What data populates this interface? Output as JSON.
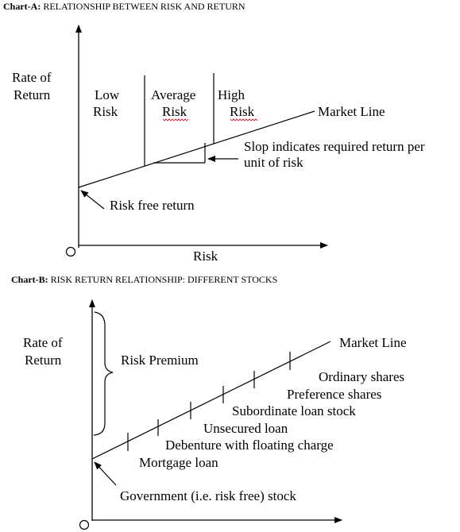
{
  "chart_a": {
    "caption_prefix": "Chart-A:",
    "caption_text": "RELATIONSHIP BETWEEN RISK AND RETURN",
    "y_label_line1": "Rate of",
    "y_label_line2": "Return",
    "x_label": "Risk",
    "zone_low_1": "Low",
    "zone_low_2": "Risk",
    "zone_avg_1": "Average",
    "zone_avg_2": "Risk",
    "zone_high_1": "High",
    "zone_high_2": "Risk",
    "market_line": "Market Line",
    "slope_note_1": "Slop indicates required return per",
    "slope_note_2": "unit of risk",
    "risk_free": "Risk free return",
    "origin": "O"
  },
  "chart_b": {
    "caption_prefix": "Chart-B:",
    "caption_text": "RISK RETURN RELATIONSHIP: DIFFERENT STOCKS",
    "y_label_line1": "Rate of",
    "y_label_line2": "Return",
    "risk_premium": "Risk Premium",
    "market_line": "Market Line",
    "stocks": [
      "Ordinary shares",
      "Preference shares",
      "Subordinate loan stock",
      "Unsecured loan",
      "Debenture with floating charge",
      "Mortgage loan"
    ],
    "government": "Government (i.e. risk free) stock",
    "origin": "O"
  }
}
